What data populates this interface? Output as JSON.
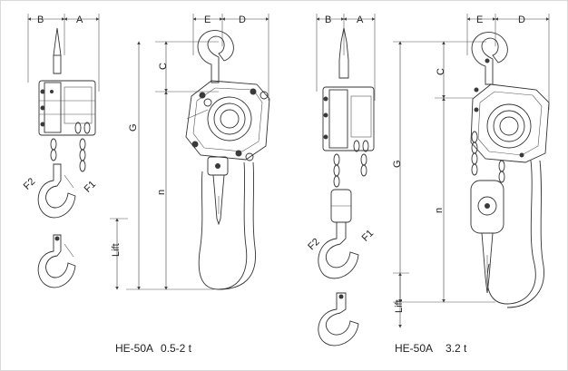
{
  "figure1": {
    "caption_model": "HE-50A",
    "caption_capacity": "0.5-2 t",
    "dims": {
      "B": "B",
      "A": "A",
      "E": "E",
      "D": "D",
      "C": "C",
      "G": "G",
      "n": "n",
      "Lift": "Lift",
      "F1": "F1",
      "F2": "F2"
    }
  },
  "figure2": {
    "caption_model": "HE-50A",
    "caption_capacity": "3.2 t",
    "dims": {
      "B": "B",
      "A": "A",
      "E": "E",
      "D": "D",
      "C": "C",
      "G": "G",
      "n": "n",
      "Lift": "Lift",
      "F1": "F1",
      "F2": "F2"
    }
  }
}
